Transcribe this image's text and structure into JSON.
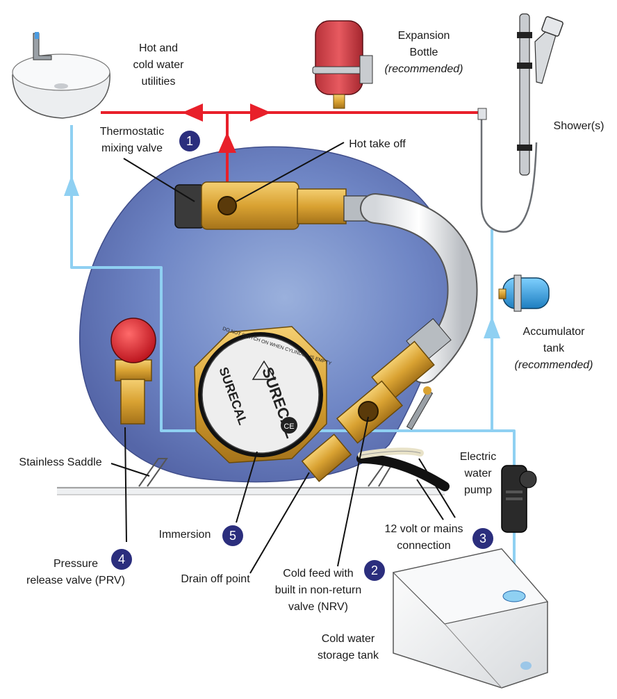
{
  "labels": {
    "utilities": [
      "Hot and",
      "cold water",
      "utilities"
    ],
    "expansion": [
      "Expansion",
      "Bottle",
      "(recommended)"
    ],
    "thermostatic": [
      "Thermostatic",
      "mixing valve"
    ],
    "hot_take_off": "Hot take off",
    "showers": "Shower(s)",
    "accumulator": [
      "Accumulator",
      "tank",
      "(recommended)"
    ],
    "pump": [
      "Electric",
      "water",
      "pump"
    ],
    "saddle": "Stainless Saddle",
    "immersion": "Immersion",
    "connection": [
      "12 volt or mains",
      "connection"
    ],
    "prv": [
      "Pressure",
      "release valve (PRV)"
    ],
    "drain": "Drain off point",
    "cold_feed": [
      "Cold feed with",
      "built in non-return",
      "valve (NRV)"
    ],
    "storage_tank": [
      "Cold water",
      "storage tank"
    ]
  },
  "badges": {
    "n1": "1",
    "n2": "2",
    "n3": "3",
    "n4": "4",
    "n5": "5"
  },
  "immersion_heater": {
    "brand": "SURECAL",
    "model": "SURECAL",
    "warning": "DO NOT SWITCH ON WHEN CYLINDER IS EMPTY",
    "badge": "CE"
  },
  "colors": {
    "hot_line": "#e8202a",
    "cold_line": "#8fd0f2",
    "cylinder": "#6b83c3",
    "brass": "#d9a232",
    "badge": "#2b2e7d"
  }
}
